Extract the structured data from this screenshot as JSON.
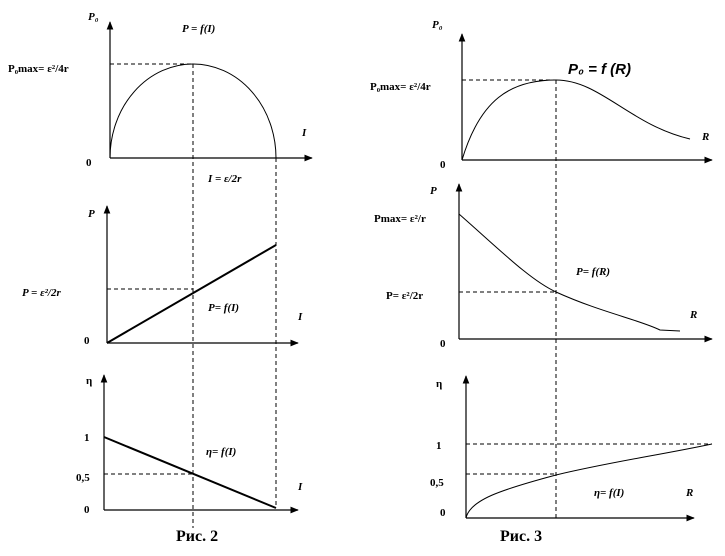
{
  "fig2": {
    "caption": "Рис. 2",
    "top": {
      "y_label": "P₀",
      "y_mark": "P₀max= ε²/4r",
      "formula": "P = f(I)",
      "x_label": "I",
      "origin": "0",
      "x_mark": "I = ε/2r"
    },
    "middle": {
      "y_label": "P",
      "y_mark": "P = ε²/2r",
      "formula": "P= f(I)",
      "x_label": "I",
      "origin": "0"
    },
    "bottom": {
      "y_label": "η",
      "tick_1": "1",
      "tick_05": "0,5",
      "formula": "η= f(I)",
      "x_label": "I",
      "origin": "0"
    }
  },
  "fig3": {
    "caption": "Рис. 3",
    "top": {
      "y_label": "P₀",
      "y_mark": "P₀max= ε²/4r",
      "formula": "P₀ = f (R)",
      "x_label": "R",
      "origin": "0"
    },
    "middle": {
      "y_label": "P",
      "y_mark": "Pmax= ε²/r",
      "formula": "P= f(R)",
      "y_mark2": "P= ε²/2r",
      "x_label": "R",
      "origin": "0"
    },
    "bottom": {
      "y_label": "η",
      "tick_1": "1",
      "tick_05": "0,5",
      "formula": "η= f(I)",
      "x_label": "R",
      "origin": "0"
    }
  }
}
